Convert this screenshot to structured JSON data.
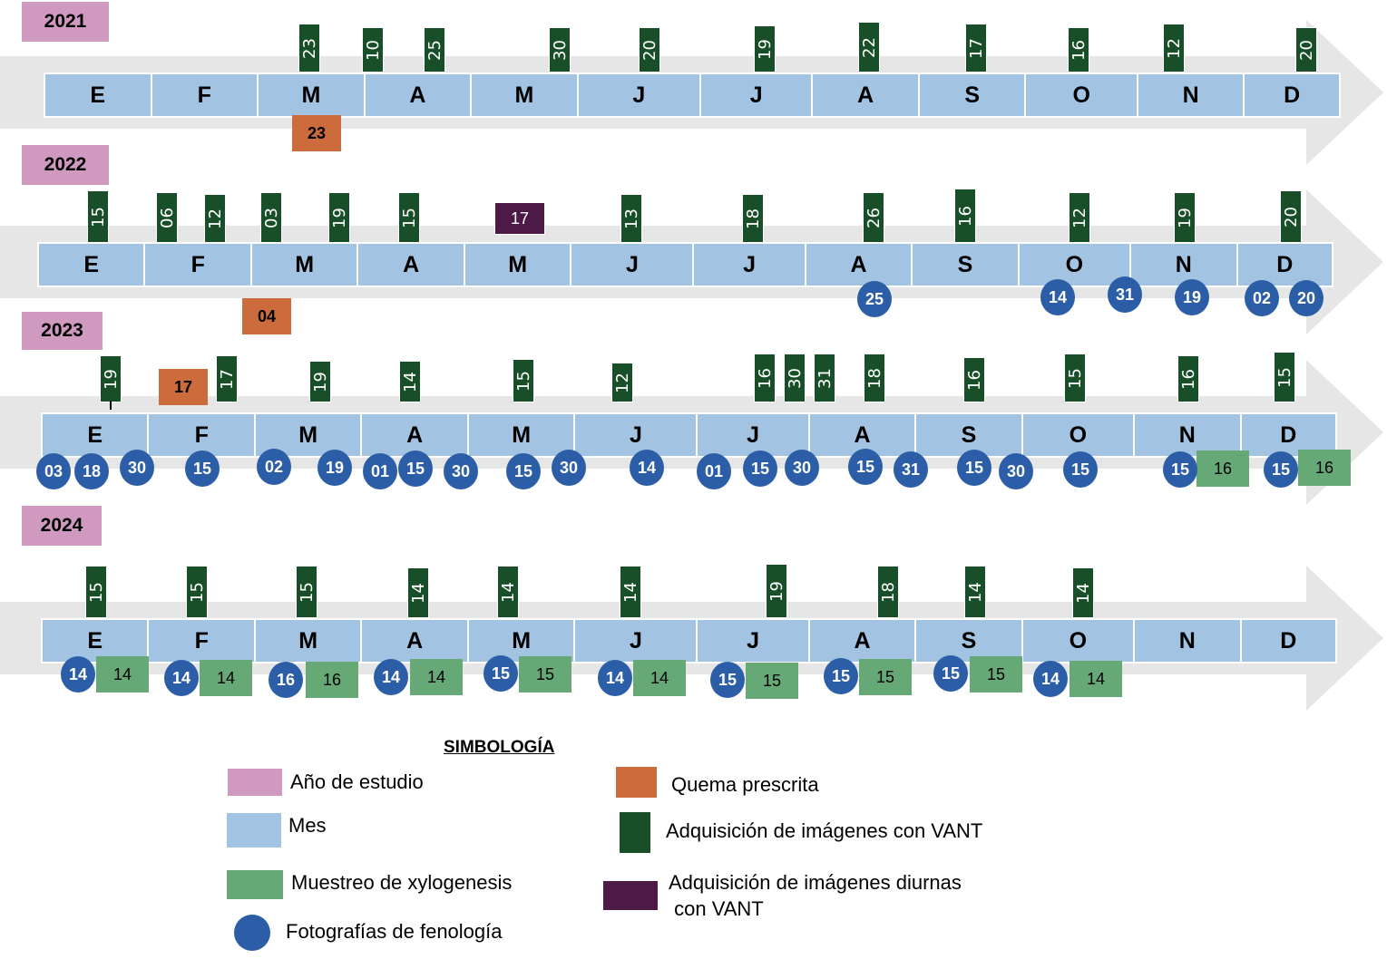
{
  "colors": {
    "year": "#d09ac0",
    "month": "#a3c3e2",
    "quema": "#cc6b3b",
    "vant": "#184f28",
    "vant_diurna": "#4d1a47",
    "xylogenesis": "#66a977",
    "fenologia": "#2b5ea6",
    "arrow": "#e6e6e6"
  },
  "months": [
    "E",
    "F",
    "M",
    "A",
    "M",
    "J",
    "J",
    "A",
    "S",
    "O",
    "N",
    "D"
  ],
  "years": [
    {
      "label": "2021",
      "vant": [
        {
          "month": 2,
          "day": "23"
        },
        {
          "month": 3,
          "day": "10"
        },
        {
          "month": 3,
          "day": "25"
        },
        {
          "month": 4,
          "day": "30"
        },
        {
          "month": 5,
          "day": "20"
        },
        {
          "month": 6,
          "day": "19"
        },
        {
          "month": 7,
          "day": "22"
        },
        {
          "month": 8,
          "day": "17"
        },
        {
          "month": 9,
          "day": "16"
        },
        {
          "month": 10,
          "day": "12"
        },
        {
          "month": 11,
          "day": "20"
        }
      ],
      "quema": [
        {
          "month": 2,
          "day": "23"
        }
      ],
      "vant_diurna": [],
      "fenologia": [],
      "xylogenesis": []
    },
    {
      "label": "2022",
      "vant": [
        {
          "month": 0,
          "day": "15"
        },
        {
          "month": 1,
          "day": "06"
        },
        {
          "month": 1,
          "day": "12"
        },
        {
          "month": 2,
          "day": "03"
        },
        {
          "month": 2,
          "day": "19"
        },
        {
          "month": 3,
          "day": "15"
        },
        {
          "month": 5,
          "day": "13"
        },
        {
          "month": 6,
          "day": "18"
        },
        {
          "month": 7,
          "day": "26"
        },
        {
          "month": 8,
          "day": "16"
        },
        {
          "month": 9,
          "day": "12"
        },
        {
          "month": 10,
          "day": "19"
        },
        {
          "month": 11,
          "day": "20"
        }
      ],
      "quema": [
        {
          "month": 2,
          "day": "04"
        }
      ],
      "vant_diurna": [
        {
          "month": 4,
          "day": "17"
        }
      ],
      "fenologia": [
        {
          "month": 7,
          "day": "25"
        },
        {
          "month": 9,
          "day": "14"
        },
        {
          "month": 9,
          "day": "31"
        },
        {
          "month": 10,
          "day": "19"
        },
        {
          "month": 11,
          "day": "02"
        },
        {
          "month": 11,
          "day": "20"
        }
      ],
      "xylogenesis": []
    },
    {
      "label": "2023",
      "vant": [
        {
          "month": 0,
          "day": "19"
        },
        {
          "month": 1,
          "day": "17"
        },
        {
          "month": 2,
          "day": "19"
        },
        {
          "month": 3,
          "day": "14"
        },
        {
          "month": 4,
          "day": "15"
        },
        {
          "month": 5,
          "day": "12"
        },
        {
          "month": 6,
          "day": "16"
        },
        {
          "month": 6,
          "day": "30"
        },
        {
          "month": 6,
          "day": "31"
        },
        {
          "month": 7,
          "day": "18"
        },
        {
          "month": 8,
          "day": "16"
        },
        {
          "month": 9,
          "day": "15"
        },
        {
          "month": 10,
          "day": "16"
        },
        {
          "month": 11,
          "day": "15"
        }
      ],
      "quema": [
        {
          "month": 1,
          "day": "17"
        }
      ],
      "vant_diurna": [],
      "fenologia": [
        {
          "month": 0,
          "day": "03"
        },
        {
          "month": 0,
          "day": "18"
        },
        {
          "month": 0,
          "day": "30"
        },
        {
          "month": 1,
          "day": "15"
        },
        {
          "month": 2,
          "day": "02"
        },
        {
          "month": 2,
          "day": "19"
        },
        {
          "month": 3,
          "day": "01"
        },
        {
          "month": 3,
          "day": "15"
        },
        {
          "month": 3,
          "day": "30"
        },
        {
          "month": 4,
          "day": "15"
        },
        {
          "month": 4,
          "day": "30"
        },
        {
          "month": 5,
          "day": "14"
        },
        {
          "month": 6,
          "day": "01"
        },
        {
          "month": 6,
          "day": "15"
        },
        {
          "month": 6,
          "day": "30"
        },
        {
          "month": 7,
          "day": "15"
        },
        {
          "month": 7,
          "day": "31"
        },
        {
          "month": 8,
          "day": "15"
        },
        {
          "month": 8,
          "day": "30"
        },
        {
          "month": 9,
          "day": "15"
        },
        {
          "month": 10,
          "day": "15"
        },
        {
          "month": 11,
          "day": "15"
        }
      ],
      "xylogenesis": [
        {
          "month": 10,
          "day": "16"
        },
        {
          "month": 11,
          "day": "16"
        }
      ]
    },
    {
      "label": "2024",
      "vant": [
        {
          "month": 0,
          "day": "15"
        },
        {
          "month": 1,
          "day": "15"
        },
        {
          "month": 2,
          "day": "15"
        },
        {
          "month": 3,
          "day": "14"
        },
        {
          "month": 4,
          "day": "14"
        },
        {
          "month": 5,
          "day": "14"
        },
        {
          "month": 6,
          "day": "19"
        },
        {
          "month": 7,
          "day": "18"
        },
        {
          "month": 8,
          "day": "14"
        },
        {
          "month": 9,
          "day": "14"
        }
      ],
      "quema": [],
      "vant_diurna": [],
      "fenologia": [
        {
          "month": 0,
          "day": "14"
        },
        {
          "month": 1,
          "day": "14"
        },
        {
          "month": 2,
          "day": "16"
        },
        {
          "month": 3,
          "day": "14"
        },
        {
          "month": 4,
          "day": "15"
        },
        {
          "month": 5,
          "day": "14"
        },
        {
          "month": 6,
          "day": "15"
        },
        {
          "month": 7,
          "day": "15"
        },
        {
          "month": 8,
          "day": "15"
        },
        {
          "month": 9,
          "day": "14"
        }
      ],
      "xylogenesis": [
        {
          "month": 0,
          "day": "14"
        },
        {
          "month": 1,
          "day": "14"
        },
        {
          "month": 2,
          "day": "16"
        },
        {
          "month": 3,
          "day": "14"
        },
        {
          "month": 4,
          "day": "15"
        },
        {
          "month": 5,
          "day": "14"
        },
        {
          "month": 6,
          "day": "15"
        },
        {
          "month": 7,
          "day": "15"
        },
        {
          "month": 8,
          "day": "15"
        },
        {
          "month": 9,
          "day": "14"
        }
      ]
    }
  ],
  "legend": {
    "title": "SIMBOLOGÍA",
    "items": {
      "year": "Año de estudio",
      "month": "Mes",
      "xylogenesis": "Muestreo de xylogenesis",
      "fenologia": "Fotografías de fenología",
      "quema": "Quema prescrita",
      "vant": "Adquisición de imágenes con VANT",
      "vant_diurna_line1": "Adquisición de imágenes diurnas",
      "vant_diurna_line2": " con VANT"
    }
  }
}
